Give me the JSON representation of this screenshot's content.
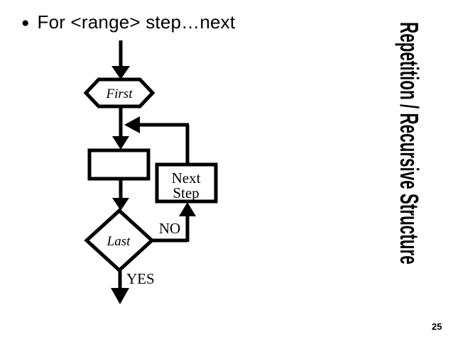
{
  "slide": {
    "bullet_icon": "●",
    "bullet_text": "For <range> step…next",
    "side_title": "Repetition / Recursive Structure",
    "page_number": "25"
  },
  "flowchart": {
    "first_label": "First",
    "process_box_label": "",
    "next_step_line1": "Next",
    "next_step_line2": "Step",
    "last_label": "Last",
    "no_label": "NO",
    "yes_label": "YES"
  },
  "colors": {
    "ink": "#000000",
    "background": "#ffffff"
  }
}
